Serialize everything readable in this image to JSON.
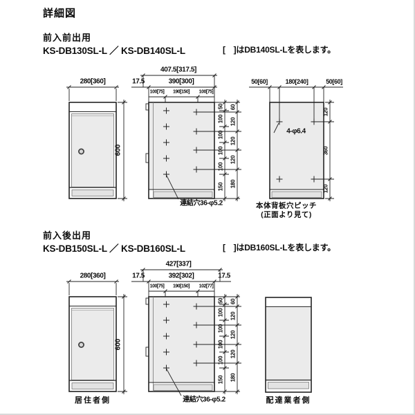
{
  "page": {
    "title": "詳細図"
  },
  "sec1": {
    "use": "前入前出用",
    "models": "KS-DB130SL-L ／ KS-DB140SL-L",
    "note": "[　]はDB140SL-Lを表します。",
    "front": {
      "width": "280[360]",
      "height": "600"
    },
    "side": {
      "total": "407.5[317.5]",
      "margin_left": "17.5",
      "inner": "390[300]",
      "sub": [
        "100[75]",
        "190[150]",
        "100[75]"
      ],
      "pitch_a": [
        "50",
        "100",
        "100",
        "100",
        "100",
        "150"
      ],
      "pitch_b": [
        "60",
        "120",
        "120",
        "120",
        "180"
      ],
      "hole_note": "連結穴36-φ5.2"
    },
    "back": {
      "dims": [
        "50[60]",
        "180[240]",
        "50[60]"
      ],
      "pitch": [
        "120",
        "360",
        "120"
      ],
      "hole_note": "4-φ6.4",
      "caption1": "本体背板穴ピッチ",
      "caption2": "(正面より見て)"
    }
  },
  "sec2": {
    "use": "前入後出用",
    "models": "KS-DB150SL-L ／ KS-DB160SL-L",
    "note": "[　]はDB160SL-Lを表します。",
    "front": {
      "width": "280[360]",
      "height": "600",
      "label": "居住者側"
    },
    "side": {
      "total": "427[337]",
      "margin_left": "17.5",
      "margin_right": "17.5",
      "inner": "392[302]",
      "sub": [
        "100[75]",
        "190[150]",
        "102[77]"
      ],
      "pitch_a": [
        "50",
        "100",
        "100",
        "100",
        "100",
        "150"
      ],
      "pitch_b": [
        "60",
        "120",
        "120",
        "120",
        "180"
      ],
      "hole_note": "連結穴36-φ5.2"
    },
    "rear_box": {
      "label": "配達業者側"
    }
  }
}
